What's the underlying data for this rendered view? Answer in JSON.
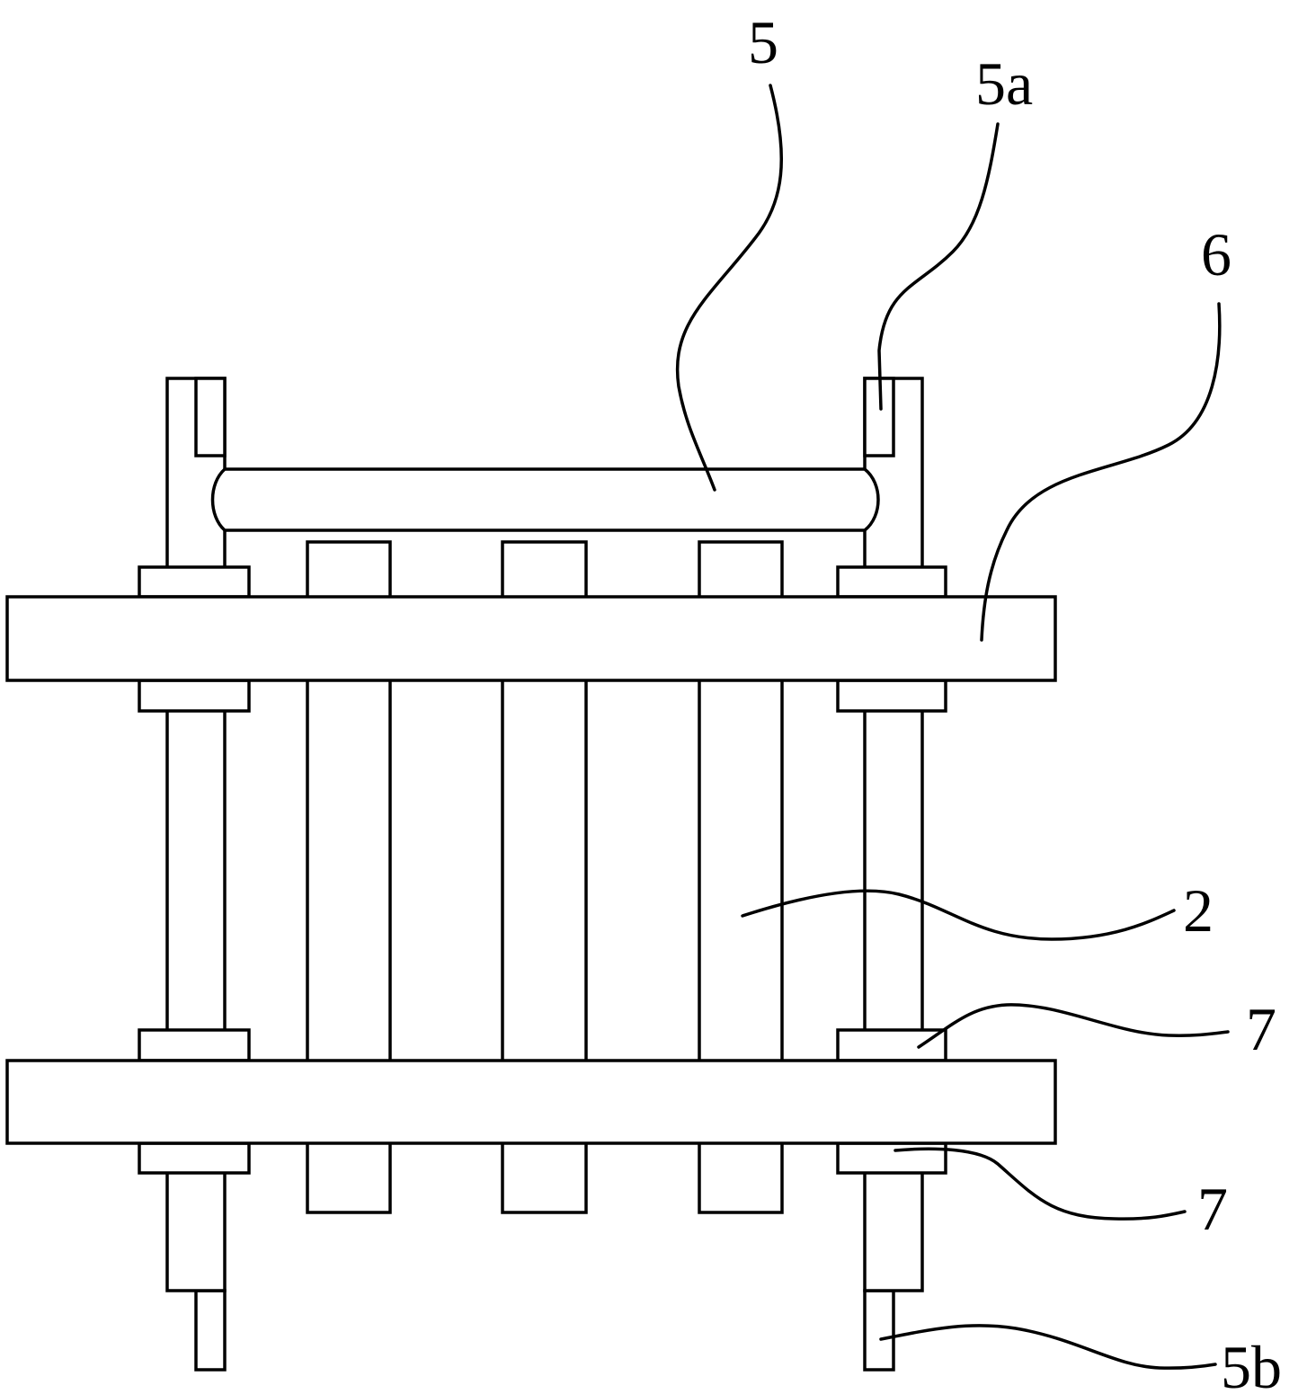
{
  "figure": {
    "labels": {
      "part_5": "5",
      "part_5a": "5a",
      "part_6": "6",
      "part_2": "2",
      "part_7_upper": "7",
      "part_7_lower": "7",
      "part_5b": "5b"
    },
    "line_color": "#000000",
    "background_color": "#ffffff"
  }
}
